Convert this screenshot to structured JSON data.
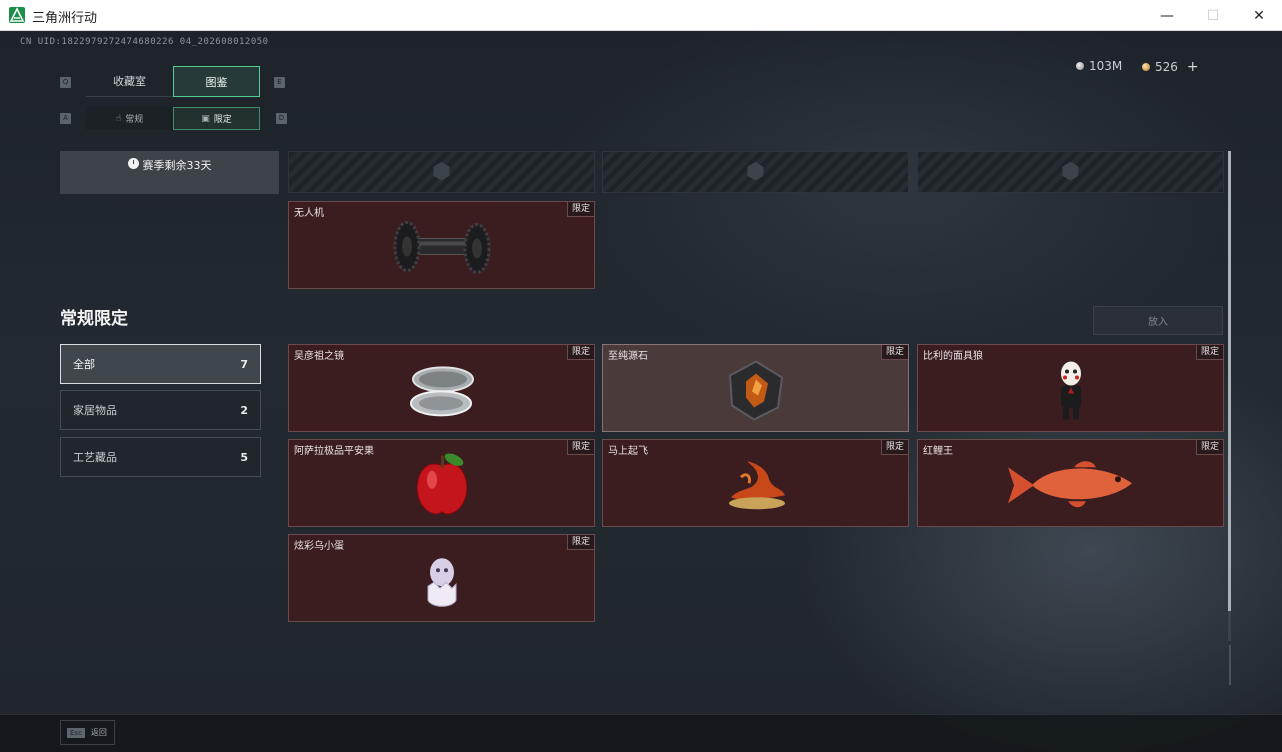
{
  "window": {
    "title": "三角洲行动",
    "minimize": "—",
    "maximize": "☐",
    "close": "✕"
  },
  "header": {
    "uid": "CN UID:1822979272474680226 04_202608012050",
    "currency": [
      {
        "icon": "silver-coin-icon",
        "value": "103M"
      },
      {
        "icon": "gold-coin-icon",
        "value": "526"
      }
    ],
    "plus": "+"
  },
  "tabs": {
    "key_left": "Q",
    "key_right": "E",
    "items": [
      {
        "label": "收藏室"
      },
      {
        "label": "图鉴"
      }
    ],
    "active": 1
  },
  "subtabs": {
    "key_left": "A",
    "key_right": "D",
    "items": [
      {
        "label": "常规",
        "icon": "hand-icon"
      },
      {
        "label": "限定",
        "icon": "image-icon"
      }
    ],
    "active": 1
  },
  "season": {
    "text": "赛季剩余33天"
  },
  "top_items": [
    {
      "name": "无人机",
      "tag": "限定",
      "icon": "drone-roller-icon"
    }
  ],
  "section": {
    "title": "常规限定",
    "place_button": "放入"
  },
  "categories": [
    {
      "label": "全部",
      "count": "7"
    },
    {
      "label": "家居物品",
      "count": "2"
    },
    {
      "label": "工艺藏品",
      "count": "5"
    }
  ],
  "items": [
    {
      "name": "吴彦祖之镜",
      "tag": "限定",
      "icon": "compact-mirror-icon"
    },
    {
      "name": "至纯源石",
      "tag": "限定",
      "icon": "crystal-stone-icon"
    },
    {
      "name": "比利的面具狼",
      "tag": "限定",
      "icon": "puppet-doll-icon"
    },
    {
      "name": "阿萨拉极品平安果",
      "tag": "限定",
      "icon": "red-apple-icon"
    },
    {
      "name": "马上起飞",
      "tag": "限定",
      "icon": "flying-horse-icon"
    },
    {
      "name": "红鲤王",
      "tag": "限定",
      "icon": "red-carp-icon"
    },
    {
      "name": "炫彩乌小蛋",
      "tag": "限定",
      "icon": "hatching-egg-icon"
    }
  ],
  "footer": {
    "esc_key": "Esc",
    "back_label": "返回"
  },
  "colors": {
    "accent": "#4fd08f",
    "card_bg": "#3b1d20",
    "card_border": "#6c4a4c",
    "title_bar": "#ffffff"
  }
}
